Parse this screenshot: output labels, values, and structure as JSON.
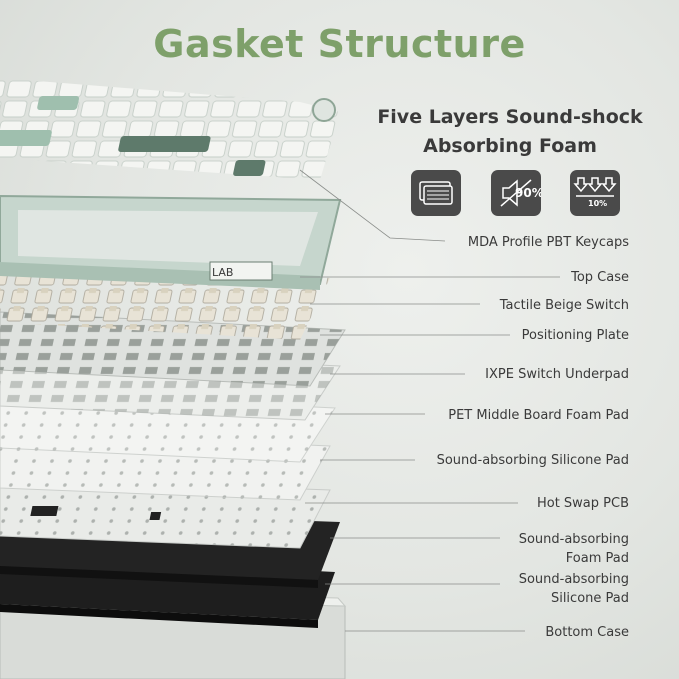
{
  "title": "Gasket Structure",
  "heading": {
    "line1": "Five Layers Sound-shock",
    "line2": "Absorbing Foam"
  },
  "icons": [
    {
      "name": "foam-layers-icon"
    },
    {
      "name": "noise-reduction-icon",
      "text": "90%"
    },
    {
      "name": "compression-icon",
      "text": "10%"
    }
  ],
  "layers": [
    {
      "label": "MDA Profile PBT Keycaps"
    },
    {
      "label": "Top Case"
    },
    {
      "label": "Tactile Beige Switch"
    },
    {
      "label": "Positioning Plate"
    },
    {
      "label": "IXPE Switch Underpad"
    },
    {
      "label": "PET Middle Board Foam Pad"
    },
    {
      "label": "Sound-absorbing Silicone Pad"
    },
    {
      "label": "Hot Swap PCB"
    },
    {
      "label": "Sound-absorbing\nFoam Pad"
    },
    {
      "label": "Sound-absorbing\nSilicone Pad"
    },
    {
      "label": "Bottom Case"
    }
  ],
  "case_badge": "LAB",
  "colors": {
    "title": "#7ea06a",
    "keycap_green": "#9fbfae",
    "keycap_dark": "#5e7a6b",
    "case_green": "#b9d0c4",
    "foam_black": "#1c1c1c"
  }
}
